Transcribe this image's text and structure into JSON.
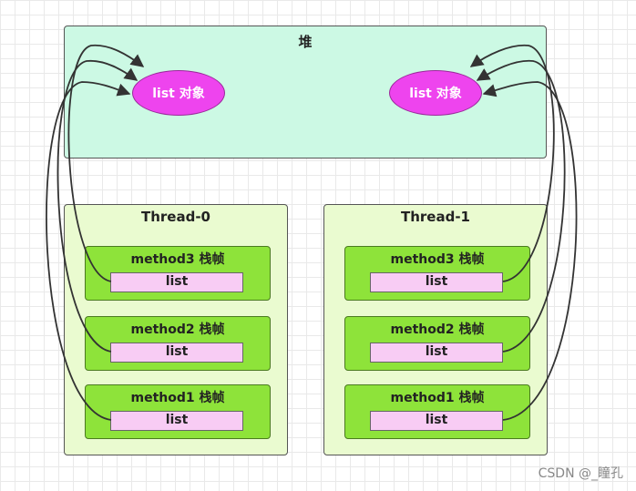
{
  "heap": {
    "title": "堆",
    "objects": [
      {
        "label": "list 对象"
      },
      {
        "label": "list 对象"
      }
    ]
  },
  "threads": [
    {
      "title": "Thread-0",
      "frames": [
        {
          "title": "method3 栈帧",
          "slot": "list"
        },
        {
          "title": "method2 栈帧",
          "slot": "list"
        },
        {
          "title": "method1 栈帧",
          "slot": "list"
        }
      ]
    },
    {
      "title": "Thread-1",
      "frames": [
        {
          "title": "method3 栈帧",
          "slot": "list"
        },
        {
          "title": "method2 栈帧",
          "slot": "list"
        },
        {
          "title": "method1 栈帧",
          "slot": "list"
        }
      ]
    }
  ],
  "watermark": "CSDN @_瞳孔",
  "colors": {
    "heap_fill": "#ccf9e4",
    "object_fill": "#ee44ee",
    "thread_fill": "#eafbd0",
    "frame_fill": "#8ee33a",
    "slot_fill": "#f8ccf4",
    "arrow": "#333333"
  }
}
